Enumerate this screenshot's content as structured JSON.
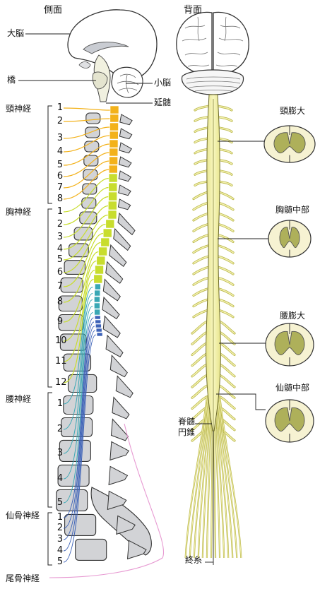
{
  "views": {
    "lateral": "側面",
    "posterior": "背面"
  },
  "brain_labels": {
    "cerebrum": "大脳",
    "pons": "橋",
    "cerebellum": "小脳",
    "medulla": "延髄"
  },
  "nerve_groups": [
    {
      "label": "頸神経",
      "numbers": [
        "1",
        "2",
        "3",
        "4",
        "5",
        "6",
        "7",
        "8"
      ],
      "color": "#f3b21b"
    },
    {
      "label": "胸神経",
      "numbers": [
        "1",
        "2",
        "3",
        "4",
        "5",
        "6",
        "7",
        "8",
        "9",
        "10",
        "11",
        "12"
      ],
      "color": "#c8dd2e"
    },
    {
      "label": "腰神経",
      "numbers": [
        "1",
        "2",
        "3",
        "4",
        "5"
      ],
      "color": "#3aa8b5"
    },
    {
      "label": "仙骨神経",
      "numbers": [
        "1",
        "2",
        "3",
        "4",
        "5"
      ],
      "color": "#3e63b8"
    },
    {
      "label": "尾骨神経",
      "numbers": [],
      "color": "#e79ad2"
    }
  ],
  "cord_labels": {
    "conus": "脊髄\n円錐",
    "conus_line1": "脊髄",
    "conus_line2": "円錐",
    "filum": "終糸"
  },
  "cross_sections": [
    {
      "label": "頸膨大"
    },
    {
      "label": "胸髄中部"
    },
    {
      "label": "腰膨大"
    },
    {
      "label": "仙髄中部"
    }
  ],
  "colors": {
    "cord": "#f3f2a9",
    "cord_outline": "#6d6b2e",
    "bone": "#d2d3d6",
    "grey_matter": "#aeb05a",
    "section_bg": "#f6f2d2"
  }
}
